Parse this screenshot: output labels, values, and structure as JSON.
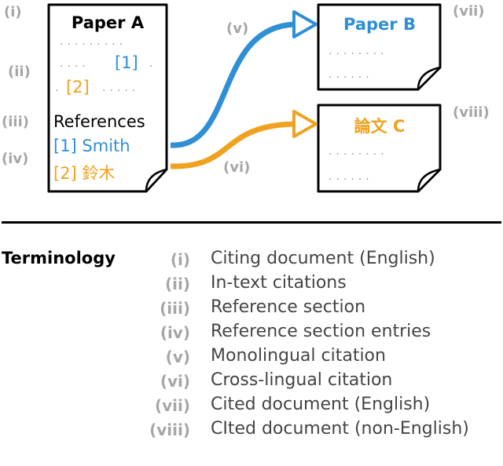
{
  "colors": {
    "blue": "#2e8fd4",
    "orange": "#efa21f",
    "gray": "#a6a6a6",
    "black": "#000000"
  },
  "paper_a": {
    "title": "Paper A",
    "citation_1": "[1]",
    "citation_2": "[2]",
    "references_heading": "References",
    "ref_entry_1": "[1] Smith",
    "ref_entry_2": "[2] 鈴木"
  },
  "paper_b": {
    "title": "Paper B"
  },
  "paper_c": {
    "title": "論文 C"
  },
  "markers": {
    "i": "(i)",
    "ii": "(ii)",
    "iii": "(iii)",
    "iv": "(iv)",
    "v": "(v)",
    "vi": "(vi)",
    "vii": "(vii)",
    "viii": "(viii)"
  },
  "terminology": {
    "title": "Terminology",
    "items": [
      {
        "num": "(i)",
        "text": "Citing document (English)"
      },
      {
        "num": "(ii)",
        "text": "In-text citations"
      },
      {
        "num": "(iii)",
        "text": "Reference section"
      },
      {
        "num": "(iv)",
        "text": "Reference section entries"
      },
      {
        "num": "(v)",
        "text": "Monolingual citation"
      },
      {
        "num": "(vi)",
        "text": "Cross-lingual citation"
      },
      {
        "num": "(vii)",
        "text": "Cited document (English)"
      },
      {
        "num": "(viii)",
        "text": "CIted document (non-English)"
      }
    ]
  }
}
